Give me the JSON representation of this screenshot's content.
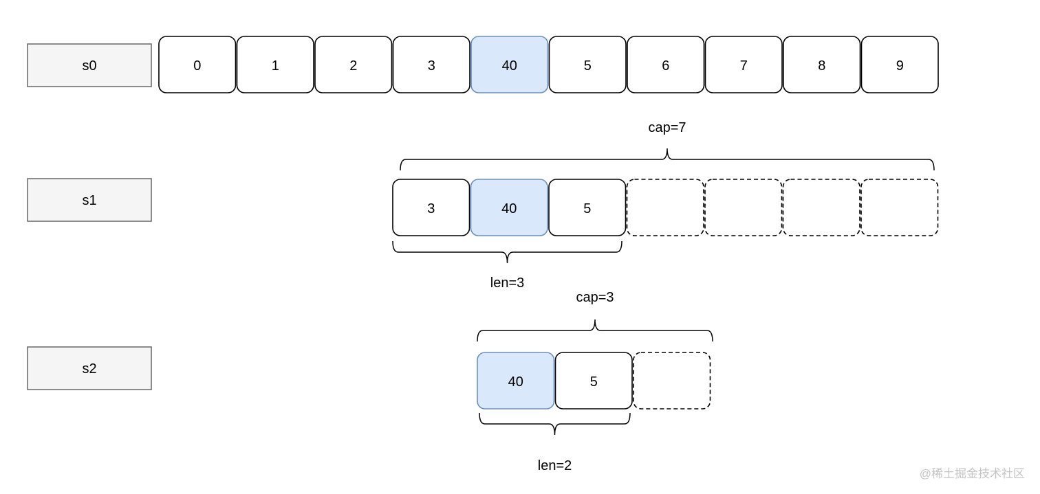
{
  "colors": {
    "label_fill": "#f5f5f5",
    "label_stroke": "#666666",
    "cell_stroke": "#000000",
    "highlight_fill": "#dae8fc",
    "highlight_stroke": "#6c8ebf",
    "text": "#000000",
    "watermark": "#c4c4c4"
  },
  "rows": [
    {
      "id": "s0",
      "label": "s0",
      "cells": [
        {
          "text": "0",
          "state": "normal"
        },
        {
          "text": "1",
          "state": "normal"
        },
        {
          "text": "2",
          "state": "normal"
        },
        {
          "text": "3",
          "state": "normal"
        },
        {
          "text": "40",
          "state": "highlight"
        },
        {
          "text": "5",
          "state": "normal"
        },
        {
          "text": "6",
          "state": "normal"
        },
        {
          "text": "7",
          "state": "normal"
        },
        {
          "text": "8",
          "state": "normal"
        },
        {
          "text": "9",
          "state": "normal"
        }
      ]
    },
    {
      "id": "s1",
      "label": "s1",
      "cells": [
        {
          "text": "3",
          "state": "normal"
        },
        {
          "text": "40",
          "state": "highlight"
        },
        {
          "text": "5",
          "state": "normal"
        },
        {
          "text": "",
          "state": "empty"
        },
        {
          "text": "",
          "state": "empty"
        },
        {
          "text": "",
          "state": "empty"
        },
        {
          "text": "",
          "state": "empty"
        }
      ],
      "cap_label": "cap=7",
      "len_label": "len=3"
    },
    {
      "id": "s2",
      "label": "s2",
      "cells": [
        {
          "text": "40",
          "state": "highlight"
        },
        {
          "text": "5",
          "state": "normal"
        },
        {
          "text": "",
          "state": "empty"
        }
      ],
      "cap_label": "cap=3",
      "len_label": "len=2"
    }
  ],
  "watermark": "@稀土掘金技术社区"
}
